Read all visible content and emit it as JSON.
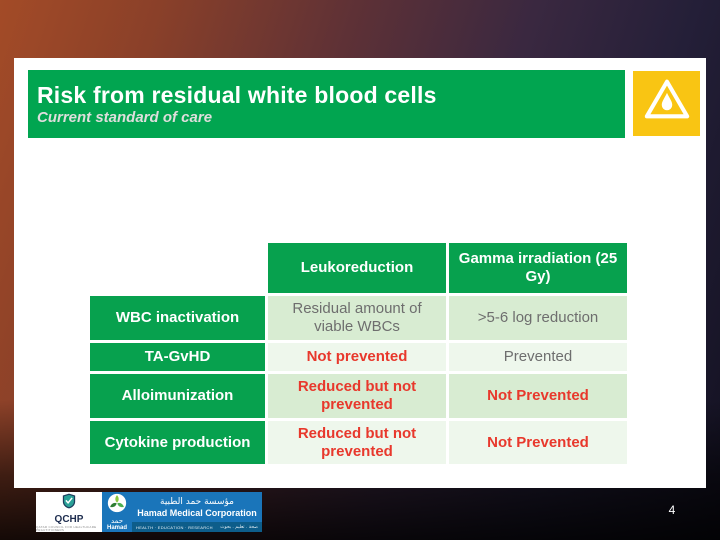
{
  "header": {
    "title": "Risk from residual white blood cells",
    "subtitle": "Current standard of care"
  },
  "icons": {
    "warning_box": "warning-droplet-icon"
  },
  "colors": {
    "banner_green": "#01a550",
    "table_green": "#07a14e",
    "warning_yellow": "#f9c513",
    "warning_red": "#e8382c",
    "band_dark": "#d8ecd2",
    "band_light": "#eef7ec",
    "logo_blue": "#1a75ba"
  },
  "table": {
    "columns": [
      "Leukoreduction",
      "Gamma irradiation (25 Gy)"
    ],
    "rows": [
      {
        "label": "WBC inactivation",
        "cells": [
          {
            "text": "Residual amount of viable WBCs",
            "style": "neutral"
          },
          {
            "text": ">5-6 log reduction",
            "style": "neutral"
          }
        ]
      },
      {
        "label": "TA-GvHD",
        "cells": [
          {
            "text": "Not prevented",
            "style": "warning"
          },
          {
            "text": "Prevented",
            "style": "neutral"
          }
        ]
      },
      {
        "label": "Alloimunization",
        "cells": [
          {
            "text": "Reduced but not prevented",
            "style": "warning"
          },
          {
            "text": "Not Prevented",
            "style": "warning"
          }
        ]
      },
      {
        "label": "Cytokine production",
        "cells": [
          {
            "text": "Reduced but not prevented",
            "style": "warning"
          },
          {
            "text": "Not Prevented",
            "style": "warning"
          }
        ]
      }
    ]
  },
  "footer": {
    "qchp_label": "QCHP",
    "qchp_sub": "QATAR COUNCIL FOR HEALTHCARE PRACTITIONERS",
    "hamad_arabic": "حمد",
    "hamad_english": "Hamad",
    "org_name_arabic": "مؤسسة حمد الطبية",
    "org_name_english": "Hamad Medical Corporation",
    "tagline_english": "HEALTH · EDUCATION · RESEARCH",
    "tagline_arabic": "صحة . تعليم . بحوث",
    "page_number": "4"
  }
}
